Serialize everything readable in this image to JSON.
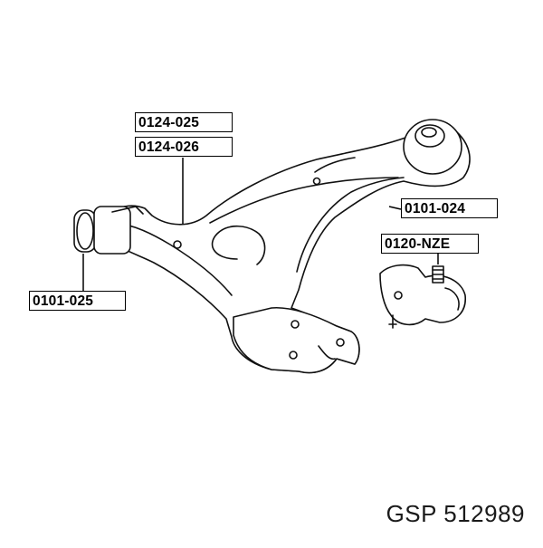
{
  "diagram": {
    "part_labels": {
      "bushing_rear_upper": "0124-025",
      "bushing_rear_lower": "0124-026",
      "bushing_front": "0101-024",
      "ball_joint": "0120-NZE",
      "bushing_rear": "0101-025"
    },
    "brand_line": "GSP 512989"
  }
}
